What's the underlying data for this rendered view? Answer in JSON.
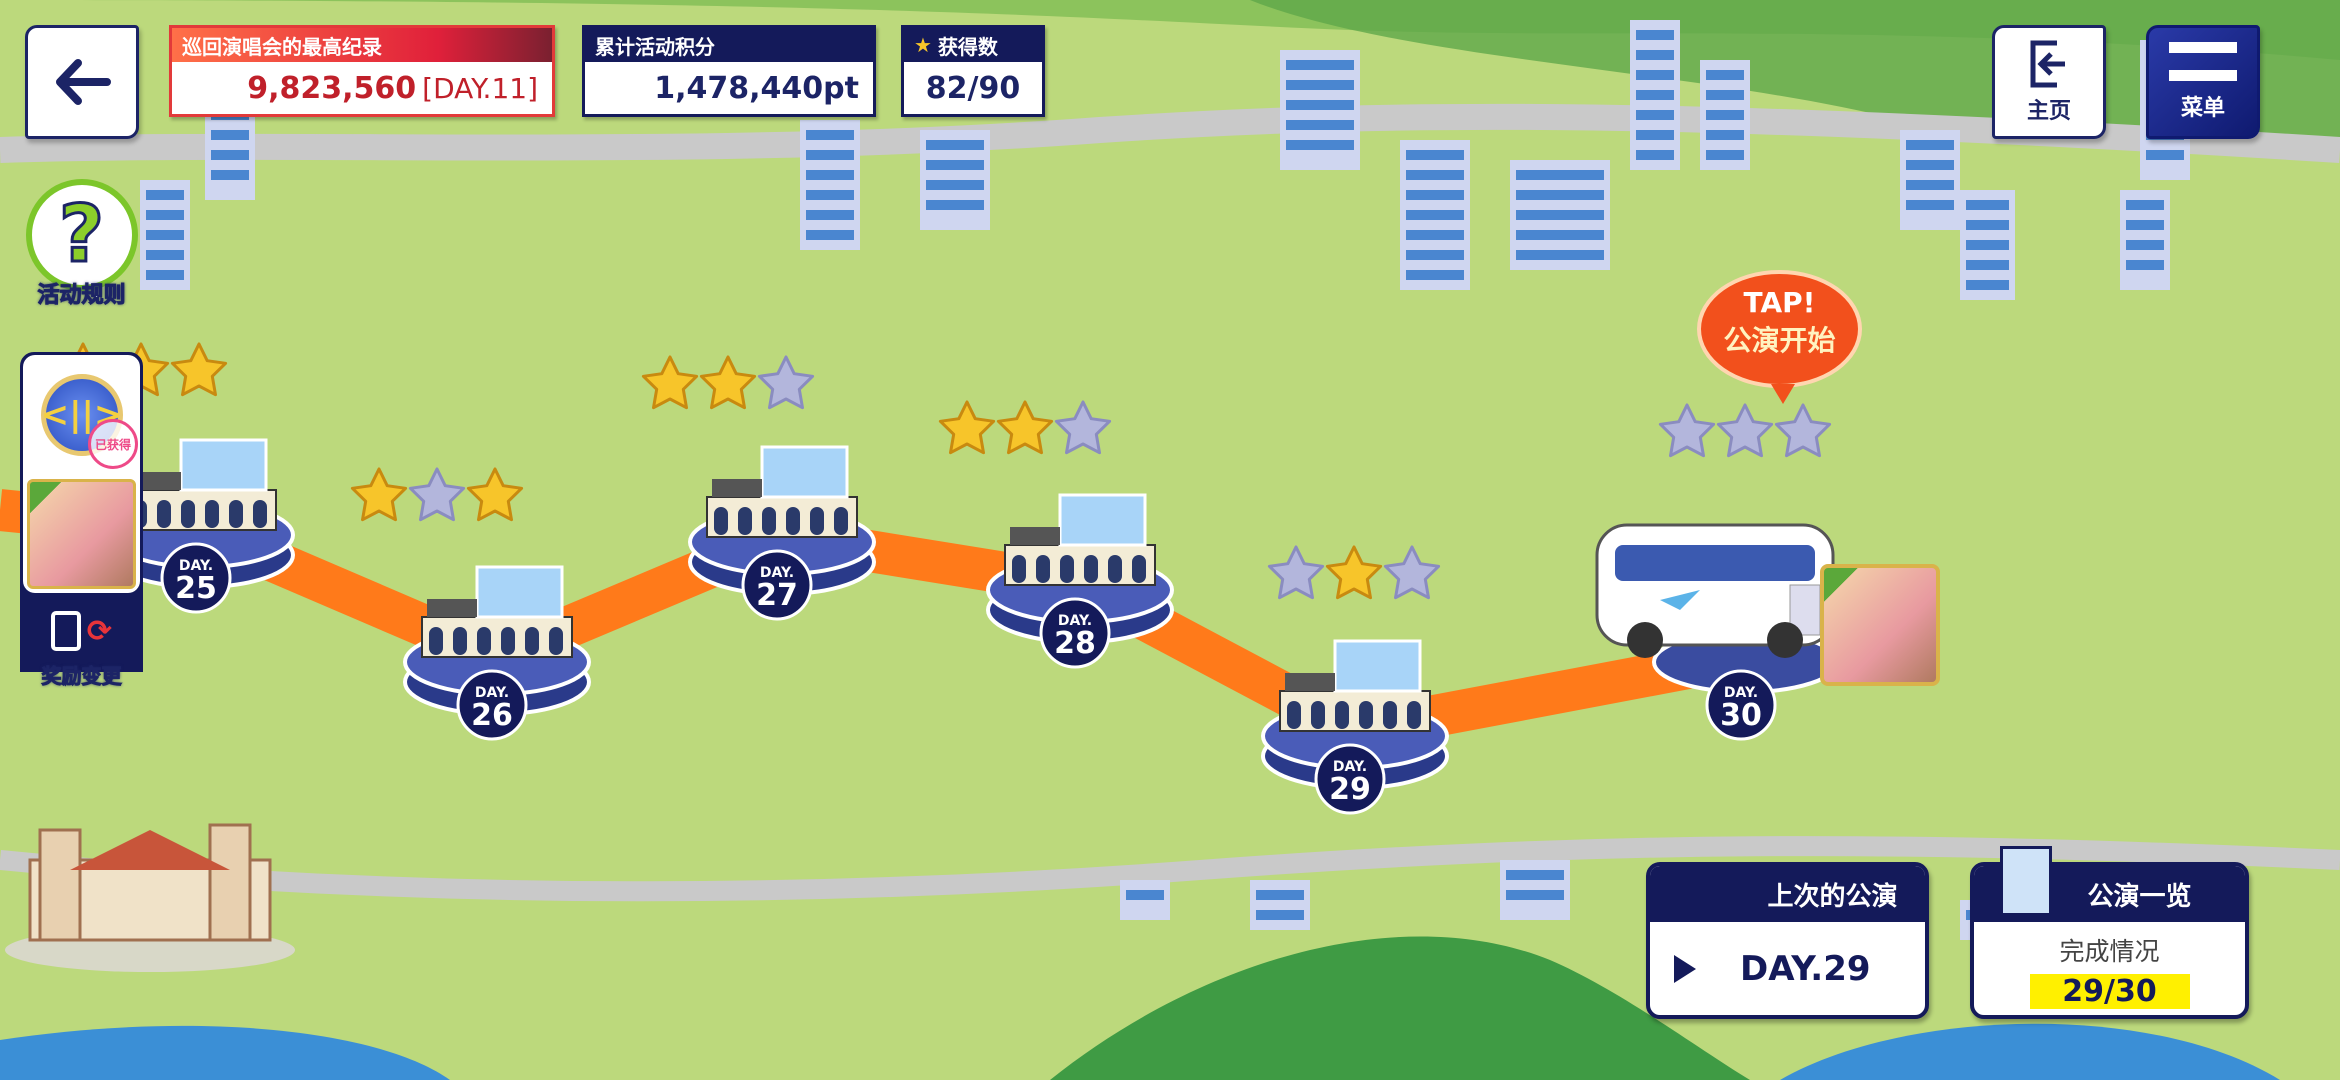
{
  "header": {
    "back_icon": "arrow-left-icon",
    "record": {
      "label": "巡回演唱会的最高纪录",
      "value": "9,823,560",
      "day": "[DAY.11]"
    },
    "points": {
      "label": "累计活动积分",
      "value": "1,478,440pt"
    },
    "stars": {
      "label": "获得数",
      "value": "82/90"
    },
    "home": {
      "label": "主页",
      "icon": "exit-door-icon"
    },
    "menu": {
      "label": "菜单",
      "icon": "hamburger-menu-icon"
    }
  },
  "side": {
    "help_label": "活动规则",
    "reward_stamp": "已获得",
    "reward_change_label": "奖励变更"
  },
  "nodes": [
    {
      "day_label": "DAY.",
      "day": "25",
      "stars": [
        1,
        1,
        1
      ]
    },
    {
      "day_label": "DAY.",
      "day": "26",
      "stars": [
        1,
        0,
        1
      ]
    },
    {
      "day_label": "DAY.",
      "day": "27",
      "stars": [
        1,
        1,
        0
      ]
    },
    {
      "day_label": "DAY.",
      "day": "28",
      "stars": [
        1,
        1,
        0
      ]
    },
    {
      "day_label": "DAY.",
      "day": "29",
      "stars": [
        0,
        1,
        0
      ]
    },
    {
      "day_label": "DAY.",
      "day": "30",
      "stars": [
        0,
        0,
        0
      ]
    }
  ],
  "tap_bubble": {
    "line1": "TAP!",
    "line2": "公演开始"
  },
  "last_performance": {
    "title": "上次的公演",
    "value": "DAY.29"
  },
  "performance_list": {
    "title": "公演一览",
    "subtitle": "完成情况",
    "progress": "29/30"
  },
  "colors": {
    "navy": "#141a5a",
    "path": "#ff7a1a",
    "gold": "#f7c52a",
    "gray_star": "#b3b6dc",
    "grass": "#bcd97c",
    "highlight": "#fff000"
  }
}
